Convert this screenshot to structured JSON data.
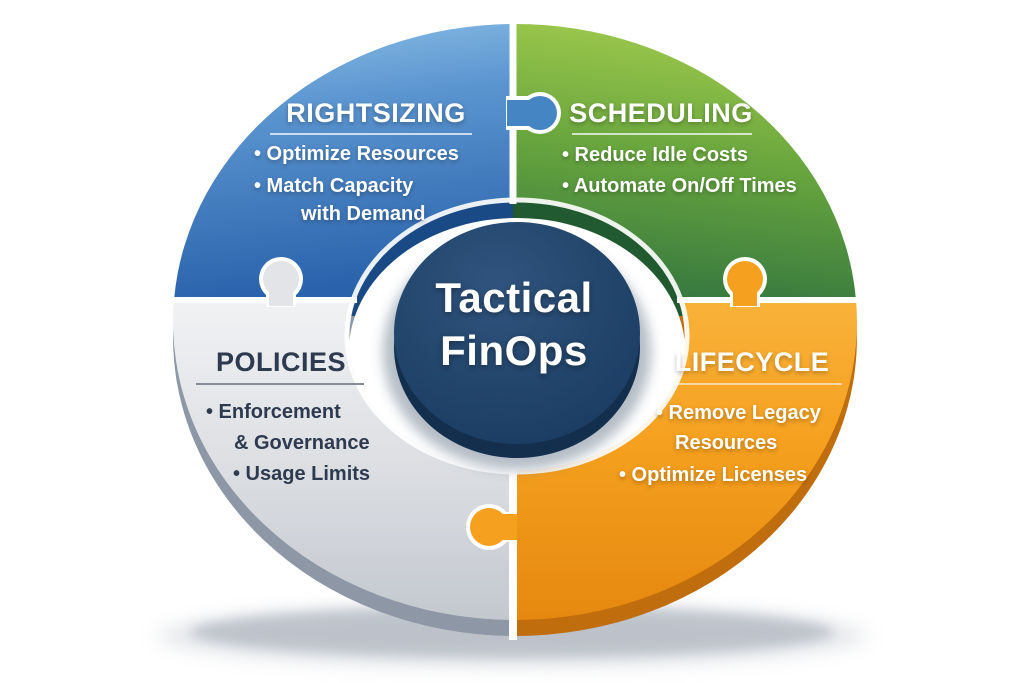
{
  "center": {
    "line1": "Tactical",
    "line2": "FinOps",
    "color": "#1f3f63",
    "text_color": "#ffffff"
  },
  "quadrants": [
    {
      "id": "rightsizing",
      "title": "RIGHTSIZING",
      "color": "#4585c4",
      "color_dark": "#1a4a86",
      "bullets": [
        "• Optimize Resources",
        "• Match Capacity",
        "with Demand"
      ]
    },
    {
      "id": "scheduling",
      "title": "SCHEDULING",
      "color": "#5d9c3b",
      "color_dark": "#215a30",
      "bullets": [
        "• Reduce Idle Costs",
        "• Automate On/Off Times"
      ]
    },
    {
      "id": "lifecycle",
      "title": "LIFECYCLE",
      "color": "#f5a01f",
      "color_dark": "#c06d0d",
      "bullets": [
        "• Remove Legacy",
        "Resources",
        "• Optimize Licenses"
      ]
    },
    {
      "id": "policies",
      "title": "POLICIES",
      "color": "#e2e4e8",
      "color_dark": "#8d97a5",
      "bullets": [
        "• Enforcement",
        "& Governance",
        "• Usage Limits"
      ]
    }
  ]
}
